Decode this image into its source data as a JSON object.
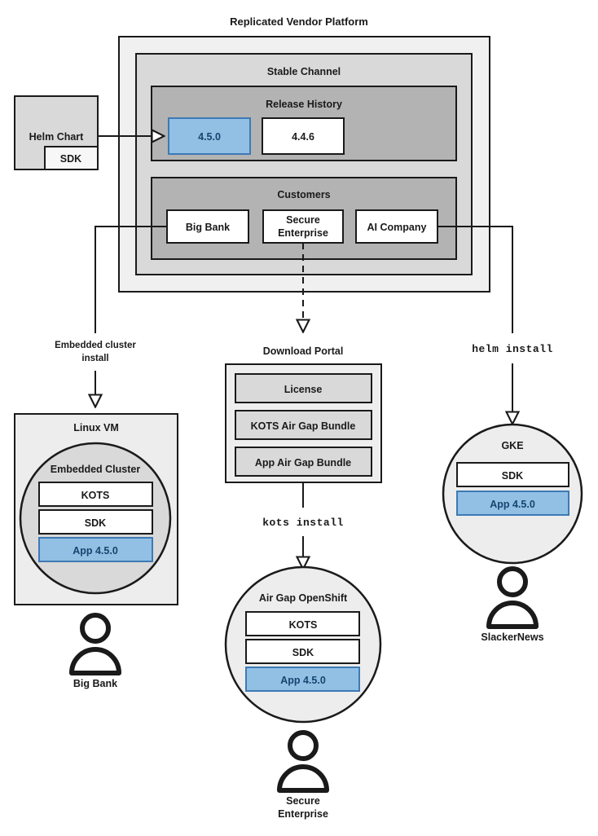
{
  "diagram": {
    "title": "Replicated Vendor Platform",
    "colors": {
      "outer_fill": "#f0f0f0",
      "channel_fill": "#d9d9d9",
      "section_fill": "#b3b3b3",
      "box_fill": "#ffffff",
      "blue_fill": "#92c0e4",
      "blue_stroke": "#3d7ab5",
      "blue_text": "#14456f",
      "portal_fill": "#eeeeee",
      "portal_item_fill": "#d9d9d9",
      "stroke": "#1a1a1a",
      "vm_fill": "#ededed",
      "cluster_fill": "#d9d9d9",
      "circle_fill": "#ededed"
    },
    "platform": {
      "channel": {
        "label": "Stable Channel",
        "release_history": {
          "label": "Release History",
          "releases": [
            {
              "version": "4.5.0",
              "highlighted": true
            },
            {
              "version": "4.4.6",
              "highlighted": false
            }
          ]
        },
        "customers": {
          "label": "Customers",
          "items": [
            {
              "name": "Big Bank"
            },
            {
              "name": "Secure\nEnterprise",
              "line1": "Secure",
              "line2": "Enterprise"
            },
            {
              "name": "AI Company"
            }
          ]
        }
      }
    },
    "helm_chart": {
      "label": "Helm Chart",
      "sdk_label": "SDK"
    },
    "download_portal": {
      "label": "Download Portal",
      "items": [
        "License",
        "KOTS Air Gap Bundle",
        "App Air Gap Bundle"
      ]
    },
    "connectors": [
      {
        "id": "embedded-cluster-install",
        "line1": "Embedded cluster",
        "line2": "install",
        "style": "solid"
      },
      {
        "id": "kots-install",
        "text": "kots install",
        "style": "mono"
      },
      {
        "id": "helm-install",
        "text": "helm install",
        "style": "mono"
      }
    ],
    "targets": [
      {
        "id": "linux-vm",
        "label": "Linux VM",
        "cluster_label": "Embedded Cluster",
        "components": [
          {
            "label": "KOTS",
            "highlighted": false
          },
          {
            "label": "SDK",
            "highlighted": false
          },
          {
            "label": "App 4.5.0",
            "highlighted": true
          }
        ],
        "user": "Big Bank"
      },
      {
        "id": "air-gap-openshift",
        "label": "Air Gap OpenShift",
        "components": [
          {
            "label": "KOTS",
            "highlighted": false
          },
          {
            "label": "SDK",
            "highlighted": false
          },
          {
            "label": "App 4.5.0",
            "highlighted": true
          }
        ],
        "user_line1": "Secure",
        "user_line2": "Enterprise"
      },
      {
        "id": "gke",
        "label": "GKE",
        "components": [
          {
            "label": "SDK",
            "highlighted": false
          },
          {
            "label": "App 4.5.0",
            "highlighted": true
          }
        ],
        "user": "SlackerNews"
      }
    ]
  }
}
